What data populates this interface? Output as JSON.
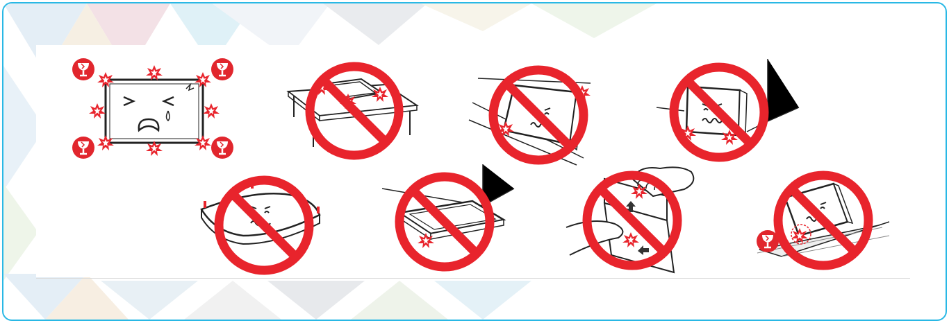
{
  "document": {
    "title": "",
    "colors": {
      "frame_border": "#29b8e5",
      "prohibition_red": "#e8242c",
      "fragile_red": "#e1262d",
      "line_art": "#222222"
    },
    "illustrations": [
      {
        "id": "fragile-corners",
        "label": ""
      },
      {
        "id": "no-face-down-on-table",
        "label": ""
      },
      {
        "id": "no-leaning-on-wall",
        "label": ""
      },
      {
        "id": "no-standing-in-corner",
        "label": ""
      },
      {
        "id": "no-bending-panel",
        "label": ""
      },
      {
        "id": "no-pressing-into-corner",
        "label": ""
      },
      {
        "id": "no-gripping-by-panel",
        "label": ""
      },
      {
        "id": "no-dropping-on-corner",
        "label": ""
      }
    ]
  }
}
